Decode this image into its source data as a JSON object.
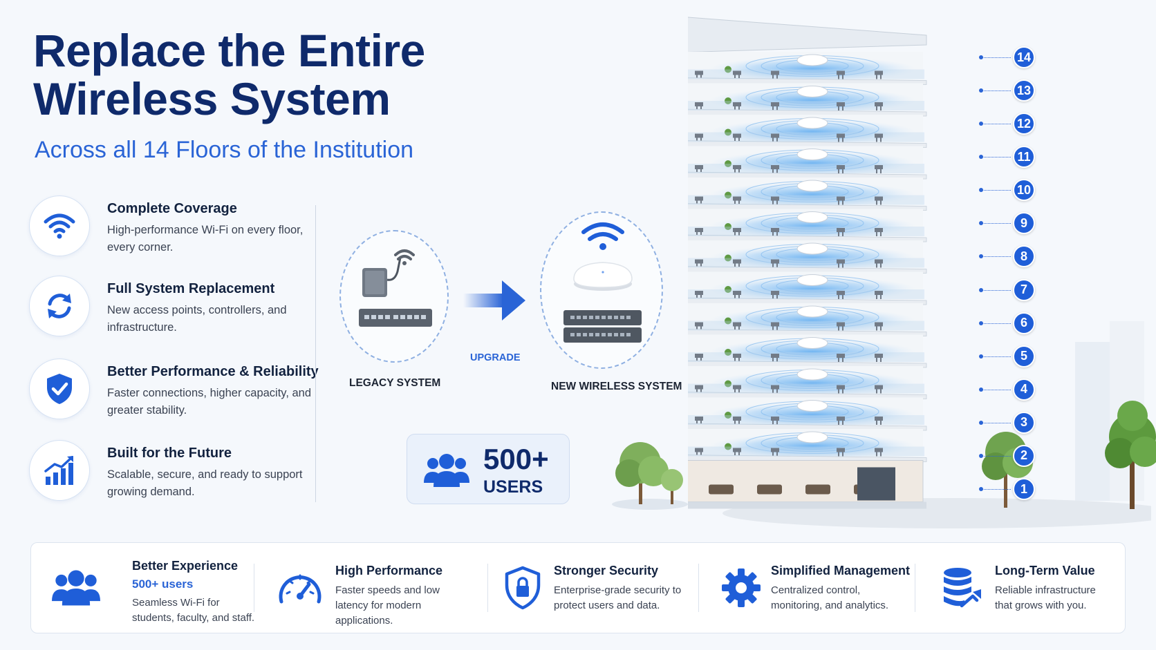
{
  "header": {
    "title_line1": "Replace the Entire",
    "title_line2": "Wireless System",
    "subtitle": "Across all 14 Floors of the Institution"
  },
  "features": [
    {
      "icon": "wifi-icon",
      "title": "Complete Coverage",
      "desc": "High-performance Wi-Fi on every floor, every corner."
    },
    {
      "icon": "refresh-icon",
      "title": "Full System Replacement",
      "desc": "New access points, controllers, and infrastructure."
    },
    {
      "icon": "shield-check-icon",
      "title": "Better Performance & Reliability",
      "desc": "Faster connections, higher capacity, and greater stability."
    },
    {
      "icon": "growth-chart-icon",
      "title": "Built for the Future",
      "desc": "Scalable, secure, and ready to support growing demand."
    }
  ],
  "upgrade": {
    "legacy_label": "LEGACY SYSTEM",
    "upgrade_label": "UPGRADE",
    "new_label": "NEW WIRELESS SYSTEM"
  },
  "users_card": {
    "number": "500+",
    "label": "USERS"
  },
  "floors": [
    "14",
    "13",
    "12",
    "11",
    "10",
    "9",
    "8",
    "7",
    "6",
    "5",
    "4",
    "3",
    "2",
    "1"
  ],
  "bottom_items": [
    {
      "icon": "users-icon",
      "title": "Better Experience",
      "sub": "500+ users",
      "desc": "Seamless Wi-Fi for students, faculty, and staff."
    },
    {
      "icon": "speedometer-icon",
      "title": "High Performance",
      "sub": "",
      "desc": "Faster speeds and low latency for modern applications."
    },
    {
      "icon": "lock-shield-icon",
      "title": "Stronger Security",
      "sub": "",
      "desc": "Enterprise-grade security to protect users and data."
    },
    {
      "icon": "gear-icon",
      "title": "Simplified Management",
      "sub": "",
      "desc": "Centralized control, monitoring, and analytics."
    },
    {
      "icon": "database-growth-icon",
      "title": "Long-Term Value",
      "sub": "",
      "desc": "Reliable infrastructure that grows with you."
    }
  ],
  "colors": {
    "primary": "#2a64d6",
    "navy": "#0f2a6b",
    "badge": "#1f5ed8"
  }
}
